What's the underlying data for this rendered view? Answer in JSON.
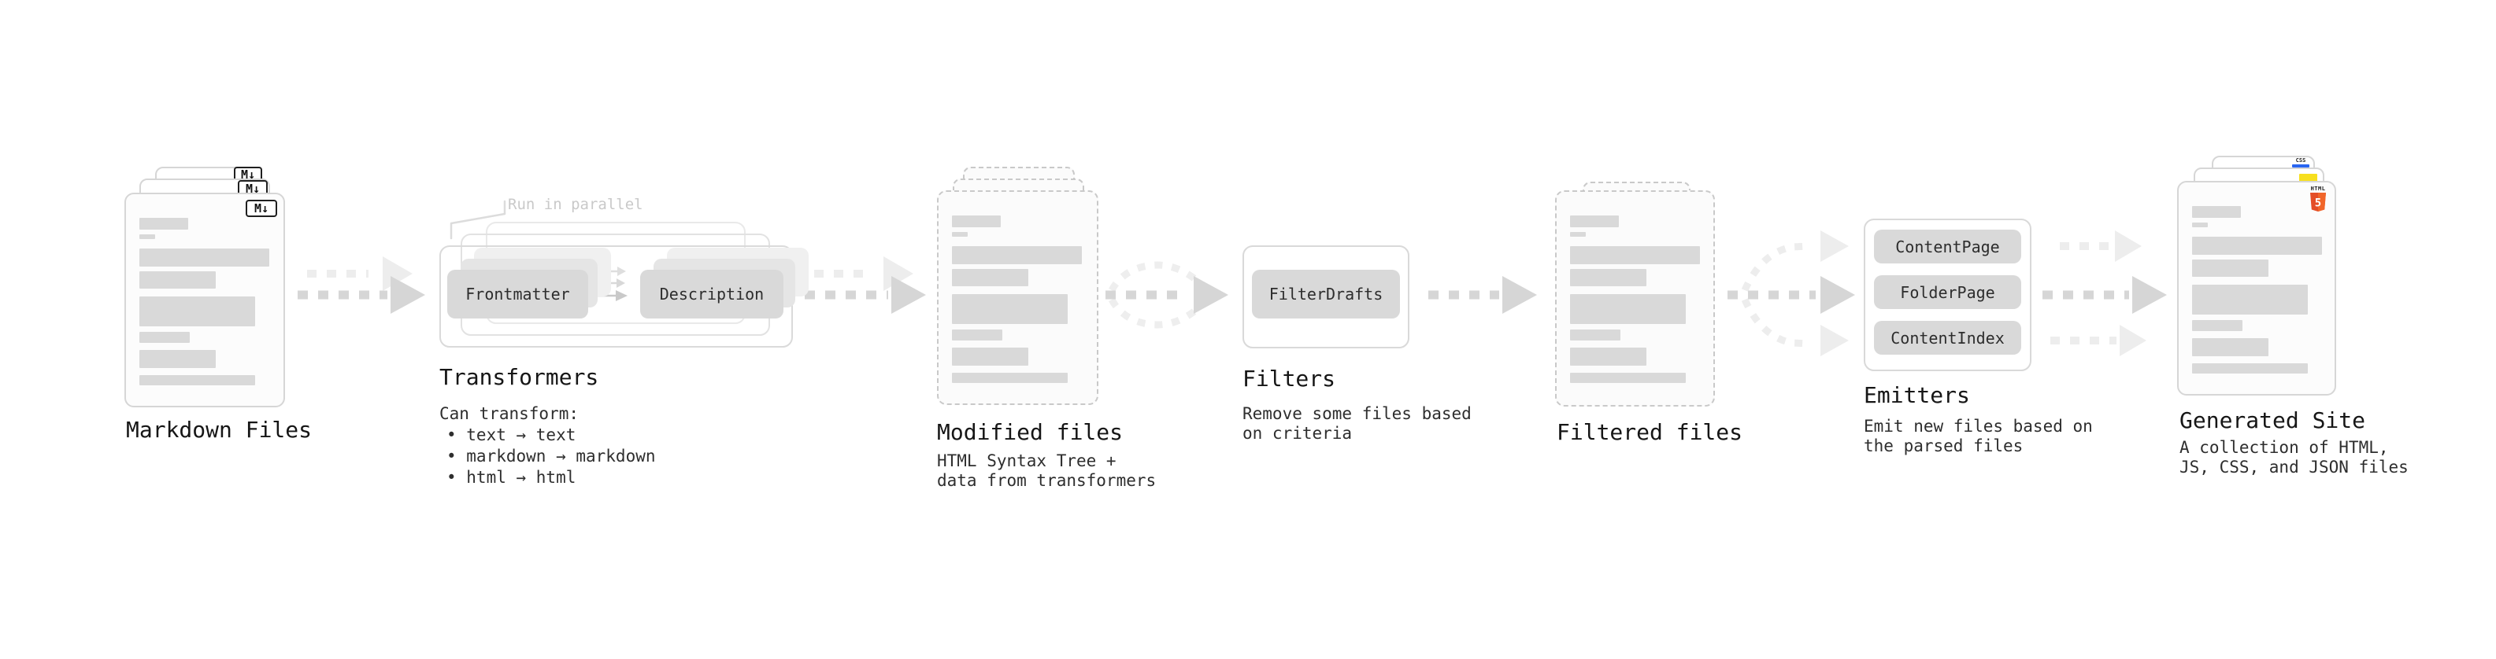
{
  "stages": {
    "markdown_files": {
      "label": "Markdown Files",
      "badge": "M↓"
    },
    "transformers": {
      "label": "Transformers",
      "note": "Run in parallel",
      "pill_left": "Frontmatter",
      "pill_right": "Description",
      "desc_title": "Can transform:",
      "desc_items": [
        "• text → text",
        "• markdown → markdown",
        "• html → html"
      ]
    },
    "modified_files": {
      "label": "Modified files",
      "desc": "HTML Syntax Tree +\ndata from transformers"
    },
    "filters": {
      "label": "Filters",
      "pill": "FilterDrafts",
      "desc": "Remove some files based\non criteria"
    },
    "filtered_files": {
      "label": "Filtered files"
    },
    "emitters": {
      "label": "Emitters",
      "pills": [
        "ContentPage",
        "FolderPage",
        "ContentIndex"
      ],
      "desc": "Emit new files based on\nthe parsed files"
    },
    "generated_site": {
      "label": "Generated Site",
      "badge_html": "HTML",
      "badge_html_number": "5",
      "badge_css": "CSS",
      "desc": "A collection of HTML,\nJS, CSS, and JSON files"
    }
  },
  "colors": {
    "html5_orange": "#e44d26",
    "html5_orange_light": "#f16529",
    "js_yellow": "#f7df1e",
    "css_blue": "#2965f1",
    "skeleton_gray": "#d9d9d9",
    "arrow_dark": "#d6d6d6",
    "arrow_light": "#ededed"
  }
}
